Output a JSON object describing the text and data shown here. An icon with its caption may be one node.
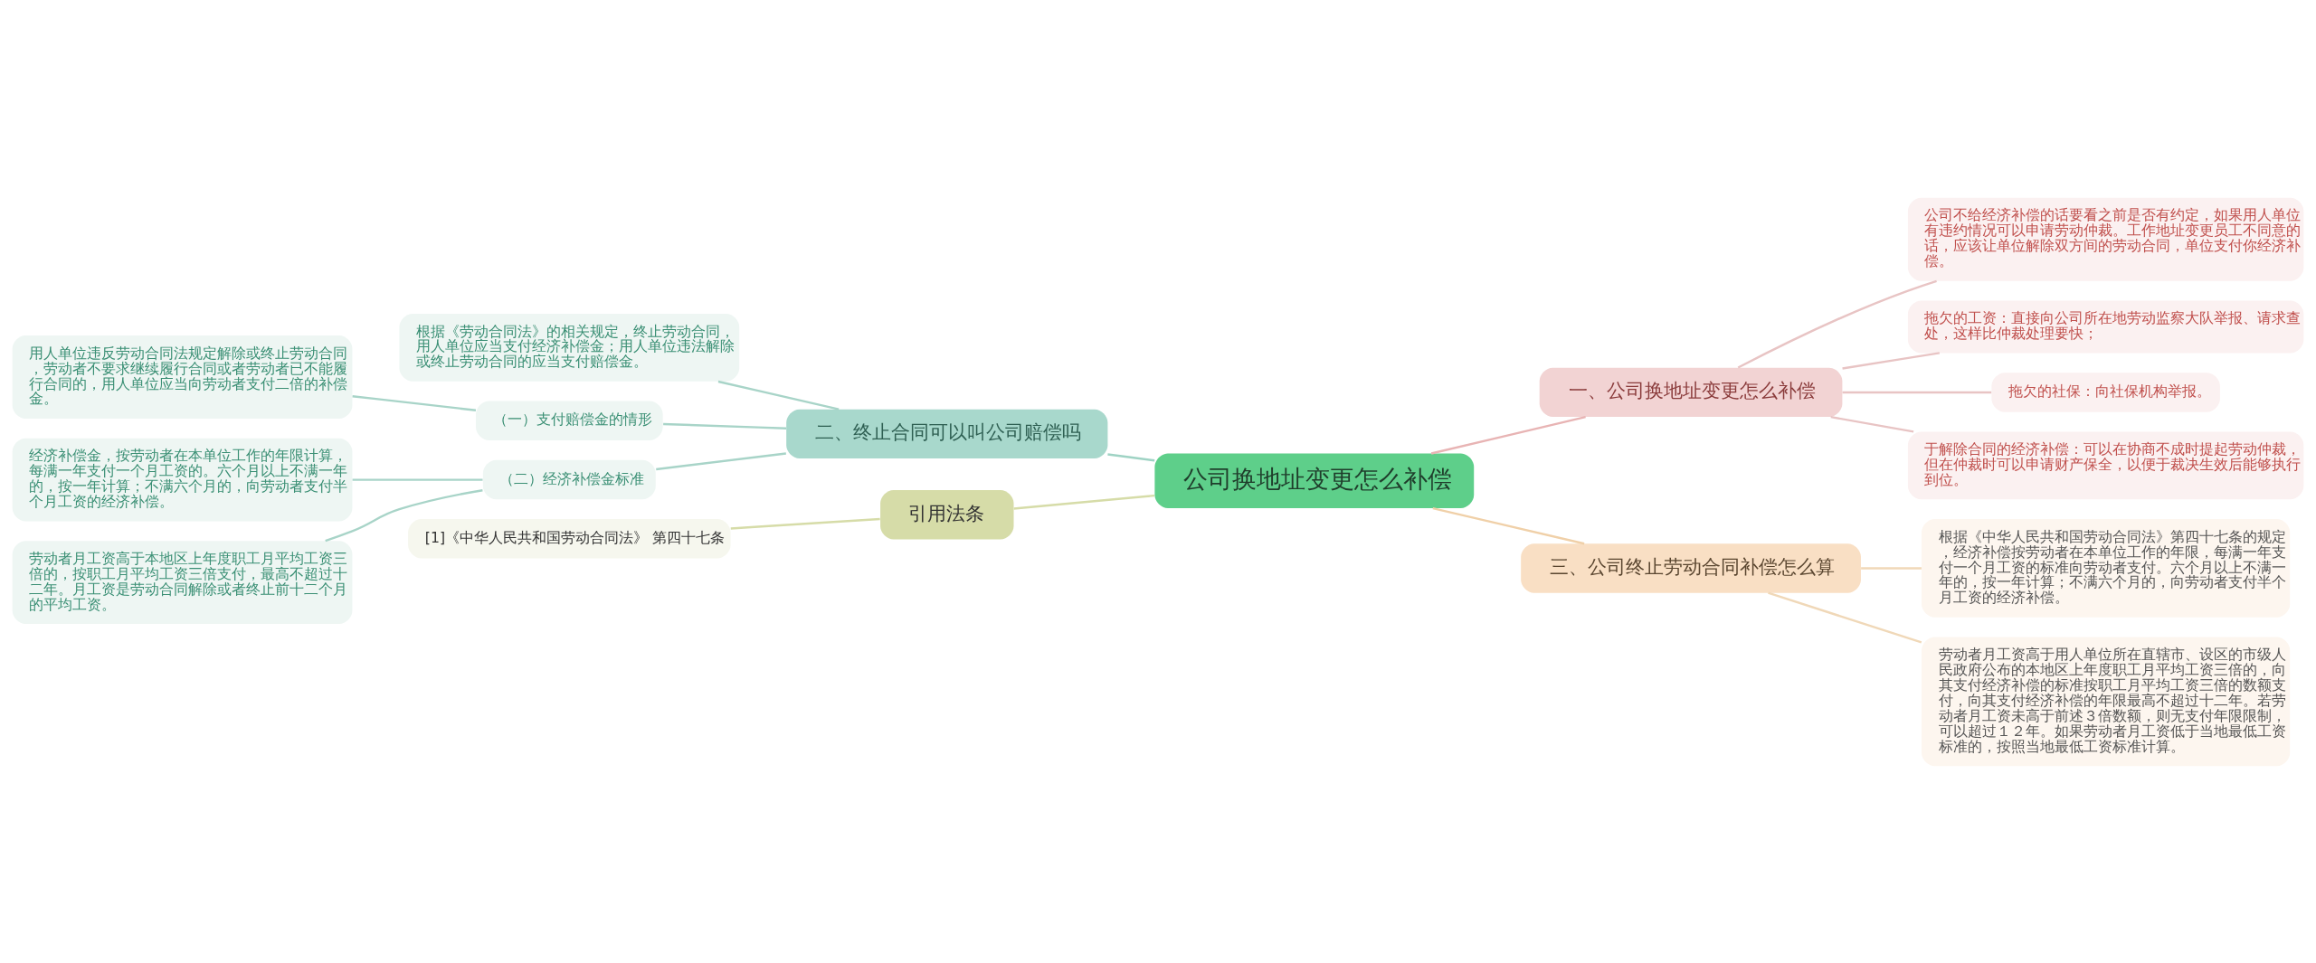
{
  "diagram": {
    "nodes": [
      {
        "text": [
          "公司换地址变更怎么补偿"
        ]
      },
      {
        "text": [
          "一、公司换地址变更怎么补偿"
        ]
      },
      {
        "text": [
          "公司不给经济补偿的话要看之前是否有约定，如果用人单位有违约情况可以申请劳动仲裁。工作地址变更员工不同意的话，应该让单位解除双方间的劳动合同，单位支付你经济补偿。"
        ]
      },
      {
        "text": [
          "拖欠的工资：直接向公司所在地劳动监察大队举报、请求查处，这样比仲裁处理要快；"
        ]
      },
      {
        "text": [
          "拖欠的社保：向社保机构举报。"
        ]
      },
      {
        "text": [
          "于解除合同的经济补偿：可以在协商不成时提起劳动仲裁，但在仲裁时可以申请财产保全，以便于裁决生效后能够执行到位。"
        ]
      },
      {
        "text": [
          "三、公司终止劳动合同补偿怎么算"
        ]
      },
      {
        "text": [
          "根据《中华人民共和国劳动合同法》第四十七条的规定，经济补偿按劳动者在本单位工作的年限，每满一年支付一个月工资的标准向劳动者支付。六个月以上不满一年的，按一年计算；不满六个月的，向劳动者支付半个月工资的经济补偿。"
        ]
      },
      {
        "text": [
          "劳动者月工资高于用人单位所在直辖市、设区的市级人民政府公布的本地区上年度职工月平均工资三倍的，向其支付经济补偿的标准按职工月平均工资三倍的数额支付，向其支付经济补偿的年限最高不超过十二年。若劳动者月工资未高于前述３倍数额，则无支付年限限制，可以超过１２年。如果劳动者月工资低于当地最低工资标准的，按照当地最低工资标准计算。"
        ]
      },
      {
        "text": [
          "二、终止合同可以叫公司赔偿吗"
        ]
      },
      {
        "text": [
          "根据《劳动合同法》的相关规定，终止劳动合同，用人单位应当支付经济补偿金；用人单位违法解除或终止劳动合同的应当支付赔偿金。"
        ]
      },
      {
        "text": [
          "（一）支付赔偿金的情形"
        ]
      },
      {
        "text": [
          "用人单位违反劳动合同法规定解除或终止劳动合同，劳动者不要求继续履行合同或者劳动者已不能履行合同的，用人单位应当向劳动者支付二倍的补偿金。"
        ]
      },
      {
        "text": [
          "（二）经济补偿金标准"
        ]
      },
      {
        "text": [
          "经济补偿金，按劳动者在本单位工作的年限计算，每满一年支付一个月工资的。六个月以上不满一年的，按一年计算；不满六个月的，向劳动者支付半个月工资的经济补偿。"
        ]
      },
      {
        "text": [
          "劳动者月工资高于本地区上年度职工月平均工资三倍的，按职工月平均工资三倍支付，最高不超过十二年。月工资是劳动合同解除或者终止前十二个月的平均工资。"
        ]
      },
      {
        "text": [
          "引用法条"
        ]
      },
      {
        "text": [
          "[1]《中华人民共和国劳动合同法》 第四十七条"
        ]
      }
    ],
    "edges": [
      {
        "from": 0,
        "to": 1,
        "arrow": "none",
        "color": "#e8b4b4"
      },
      {
        "from": 1,
        "to": 2,
        "arrow": "none",
        "color": "#e8c4c4"
      },
      {
        "from": 1,
        "to": 3,
        "arrow": "none",
        "color": "#e8c4c4"
      },
      {
        "from": 1,
        "to": 4,
        "arrow": "none",
        "color": "#e8c4c4"
      },
      {
        "from": 1,
        "to": 5,
        "arrow": "none",
        "color": "#e8c4c4"
      },
      {
        "from": 0,
        "to": 6,
        "arrow": "none",
        "color": "#f0d0a8"
      },
      {
        "from": 6,
        "to": 7,
        "arrow": "none",
        "color": "#f0d8b8"
      },
      {
        "from": 6,
        "to": 8,
        "arrow": "none",
        "color": "#f0d8b8"
      },
      {
        "from": 0,
        "to": 9,
        "arrow": "none",
        "color": "#9fd3c4"
      },
      {
        "from": 9,
        "to": 10,
        "arrow": "none",
        "color": "#a8d4c8"
      },
      {
        "from": 9,
        "to": 11,
        "arrow": "none",
        "color": "#a8d4c8"
      },
      {
        "from": 11,
        "to": 12,
        "arrow": "none",
        "color": "#a8d4c8"
      },
      {
        "from": 9,
        "to": 13,
        "arrow": "none",
        "color": "#a8d4c8"
      },
      {
        "from": 13,
        "to": 14,
        "arrow": "none",
        "color": "#a8d4c8"
      },
      {
        "from": 13,
        "to": 15,
        "arrow": "none",
        "color": "#a8d4c8"
      },
      {
        "from": 0,
        "to": 16,
        "arrow": "none",
        "color": "#d6dca8"
      },
      {
        "from": 16,
        "to": 17,
        "arrow": "none",
        "color": "#d6dca8"
      }
    ]
  }
}
